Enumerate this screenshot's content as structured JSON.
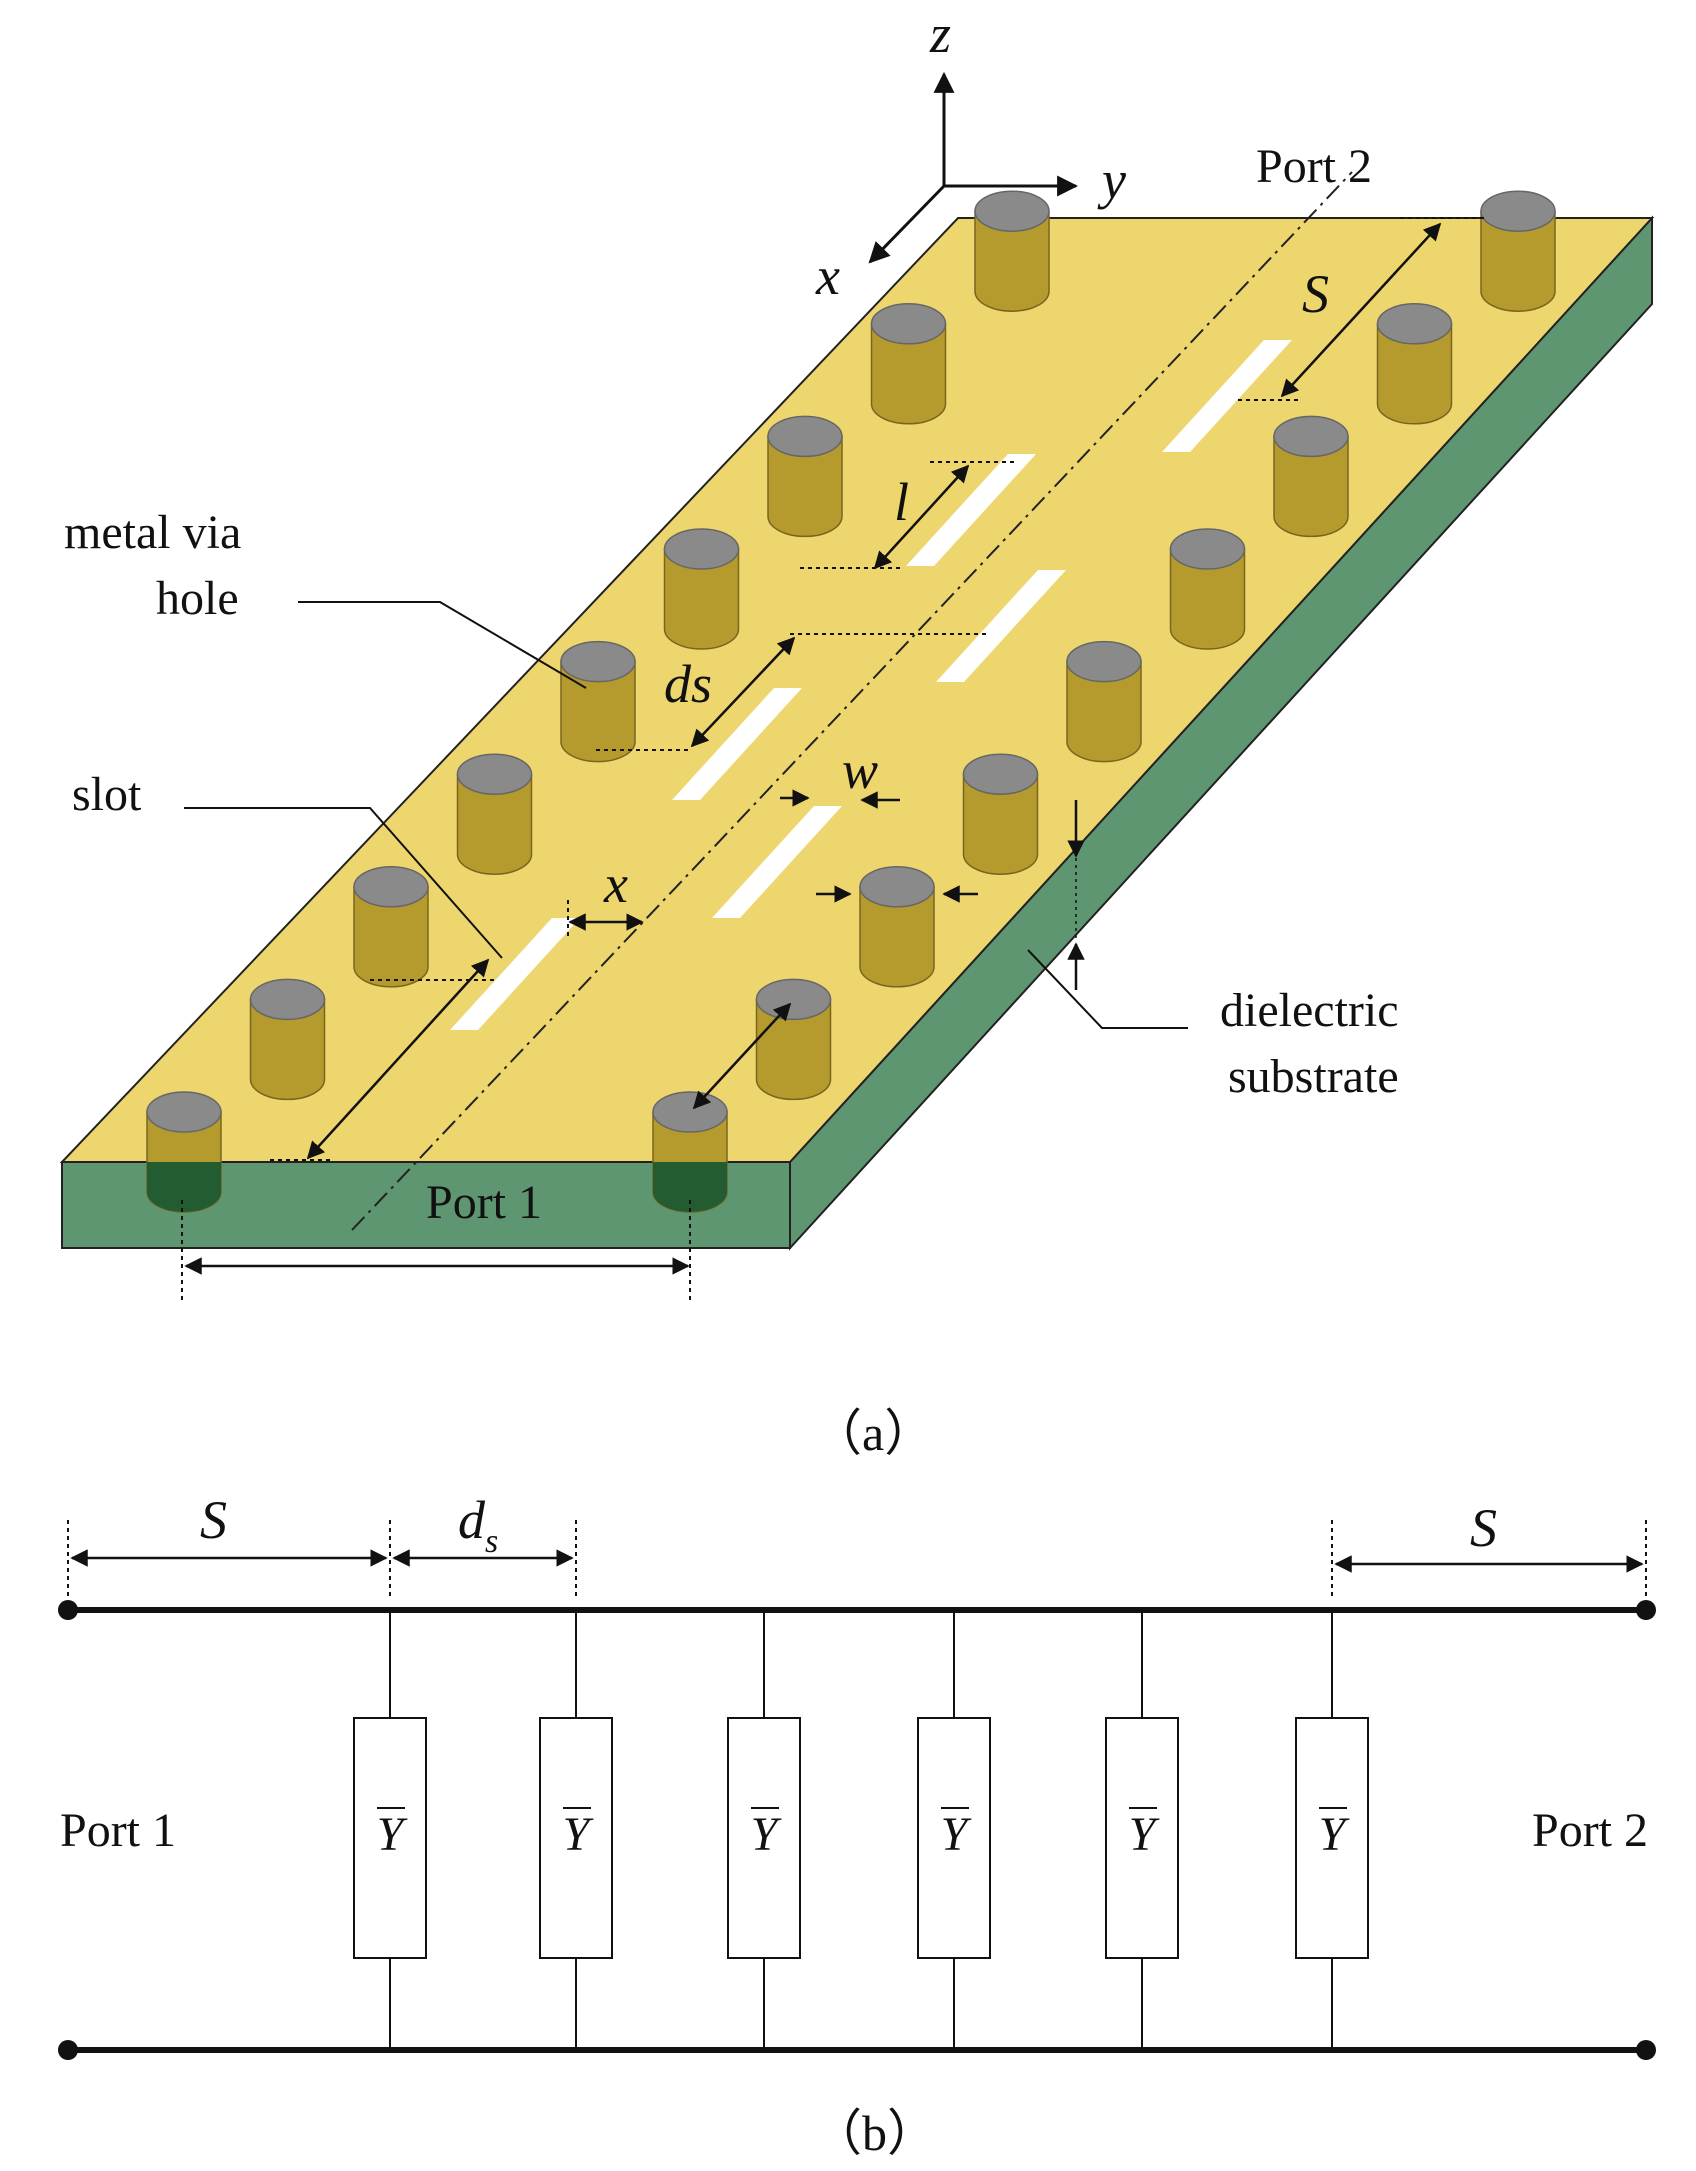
{
  "colors": {
    "board_top": "#EED66E",
    "substrate": "#5E9671",
    "via_body": "#B59A2E",
    "via_top": "#8A8A8A",
    "slot": "#FFFFFF",
    "line": "#111111"
  },
  "panel_a": {
    "axis_z": "z",
    "axis_y": "y",
    "axis_x": "x",
    "port2": "Port 2",
    "port1": "Port 1",
    "dim_S": "S",
    "dim_l": "l",
    "dim_ds": "ds",
    "dim_w": "w",
    "dim_x": "x",
    "label_via_line1": "metal via",
    "label_via_line2": "hole",
    "label_slot": "slot",
    "label_sub_line1": "dielectric",
    "label_sub_line2": "substrate",
    "caption": "（a）"
  },
  "panel_b": {
    "dim_S_left": "S",
    "dim_ds_main": "d",
    "dim_ds_sub": "s",
    "dim_S_right": "S",
    "port1": "Port 1",
    "port2": "Port 2",
    "admittance": [
      "Y",
      "Y",
      "Y",
      "Y",
      "Y",
      "Y"
    ],
    "caption": "（b）"
  }
}
